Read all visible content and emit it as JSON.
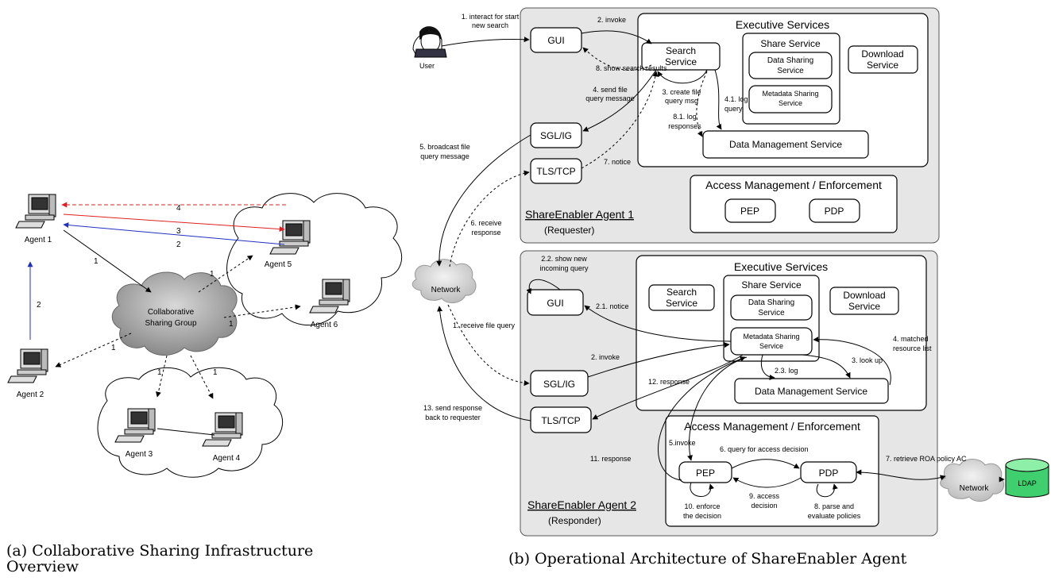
{
  "left": {
    "agents": [
      "Agent 1",
      "Agent 2",
      "Agent 3",
      "Agent 4",
      "Agent 5",
      "Agent 6"
    ],
    "group": [
      "Collaborative",
      "Sharing Group"
    ],
    "nums": {
      "n1": "1",
      "n2": "2",
      "n3": "3",
      "n4": "4"
    },
    "caption": [
      "(a) Collaborative Sharing Infrastructure",
      "Overview"
    ]
  },
  "right": {
    "user": "User",
    "network": "Network",
    "exec": "Executive Services",
    "share": "Share Service",
    "dss": [
      "Data Sharing",
      "Service"
    ],
    "mss": [
      "Metadata Sharing",
      "Service"
    ],
    "download": [
      "Download",
      "Service"
    ],
    "search": [
      "Search",
      "Service"
    ],
    "dms": "Data Management Service",
    "gui": "GUI",
    "sgl": "SGL/IG",
    "tls": "TLS/TCP",
    "access": "Access Management / Enforcement",
    "pep": "PEP",
    "pdp": "PDP",
    "agent1": "ShareEnabler Agent 1",
    "requester": "(Requester)",
    "agent2": "ShareEnabler Agent 2",
    "responder": "(Responder)",
    "ldap": "LDAP",
    "caption": "(b) Operational Architecture of ShareEnabler Agent",
    "top_labels": {
      "interact": [
        "1. interact for start",
        "new search"
      ],
      "invoke": "2. invoke",
      "show": "8. show search results",
      "send": [
        "4. send file",
        "query message"
      ],
      "create": [
        "3. create file",
        "query msg"
      ],
      "log41": [
        "4.1. log",
        "query"
      ],
      "log81": [
        "8.1. log",
        "responses"
      ],
      "broadcast": [
        "5. broadcast file",
        "query message"
      ],
      "notice7": "7. notice",
      "receive6": [
        "6. receive",
        "response"
      ]
    },
    "bottom_labels": {
      "shownew": [
        "2.2. show new",
        "incoming query"
      ],
      "notice21": "2.1. notice",
      "receive1": "1. receive file query",
      "invoke2": "2. invoke",
      "matched": [
        "4. matched",
        "resource list"
      ],
      "lookup": "3. look up",
      "log23": "2.3. log",
      "response12": "12. response",
      "send13": [
        "13. send response",
        "back to requester"
      ],
      "invoke5": "5.invoke",
      "query6": "6. query for access decision",
      "retrieve7": "7. retrieve ROA policy AC",
      "response11": "11.  response",
      "enforce10": [
        "10. enforce",
        "the decision"
      ],
      "access9": [
        "9. access",
        "decision"
      ],
      "parse8": [
        "8. parse and",
        "evaluate policies"
      ]
    }
  }
}
